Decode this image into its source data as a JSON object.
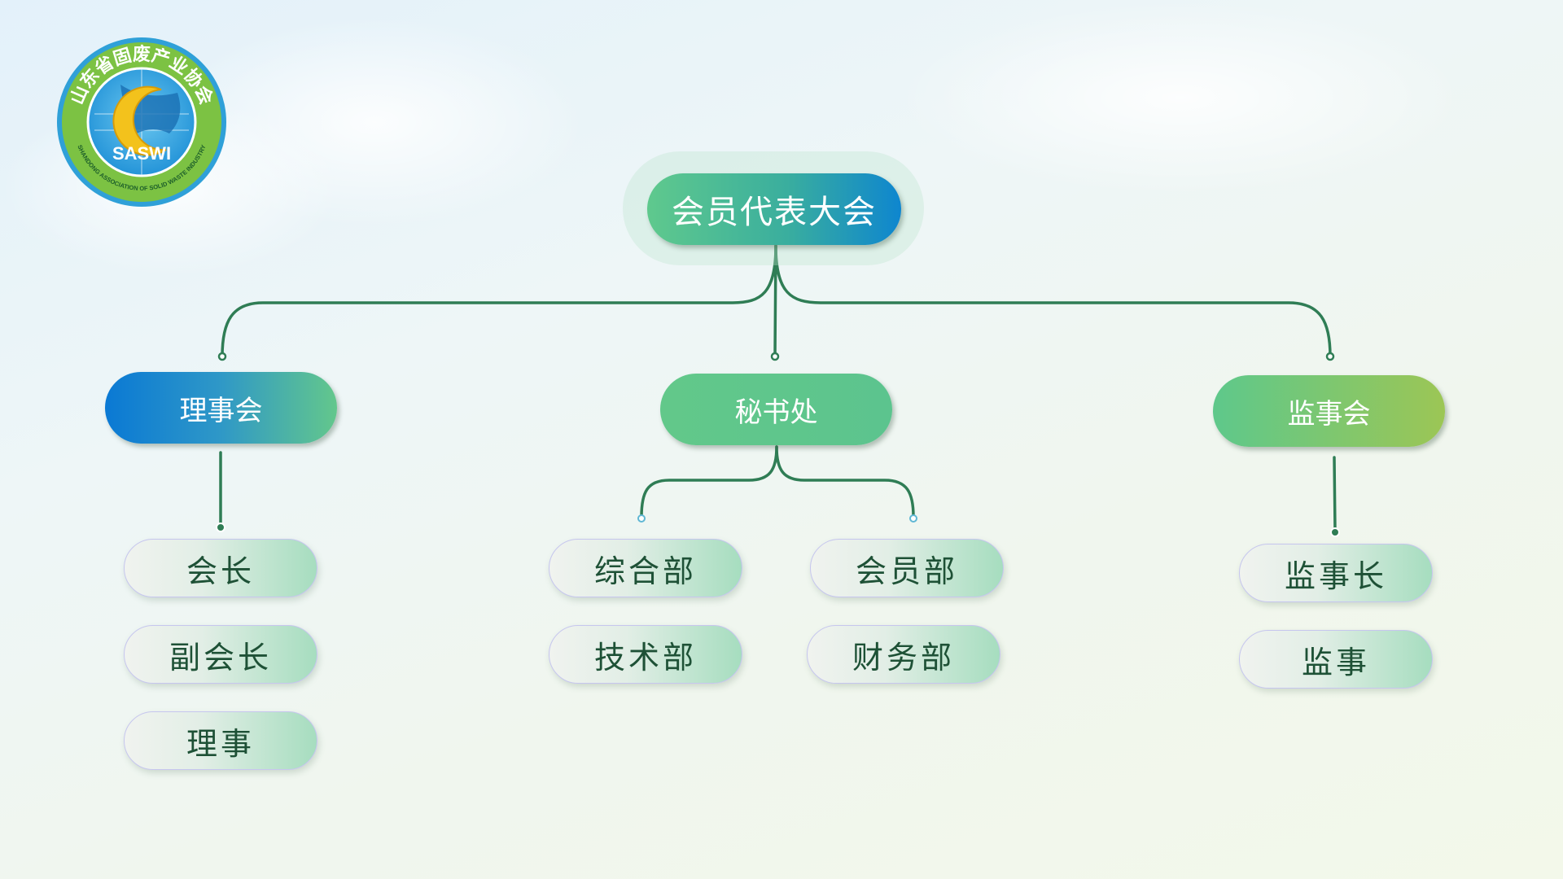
{
  "logo": {
    "arc_text": "山东省固废产业协会",
    "abbr": "SASWI",
    "subtitle": "SHANDONG ASSOCIATION OF SOLID WASTE INDUSTRY"
  },
  "root": {
    "label": "会员代表大会"
  },
  "branches": [
    {
      "label": "理事会",
      "children": [
        "会长",
        "副会长",
        "理事"
      ]
    },
    {
      "label": "秘书处",
      "children": [
        "综合部",
        "会员部",
        "技术部",
        "财务部"
      ]
    },
    {
      "label": "监事会",
      "children": [
        "监事长",
        "监事"
      ]
    }
  ],
  "colors": {
    "connector": "#2f7d55",
    "pill_text": "#1e5136",
    "brand_blue": "#0a79d4",
    "brand_green": "#5fc98d",
    "brand_olive": "#9cc655"
  }
}
